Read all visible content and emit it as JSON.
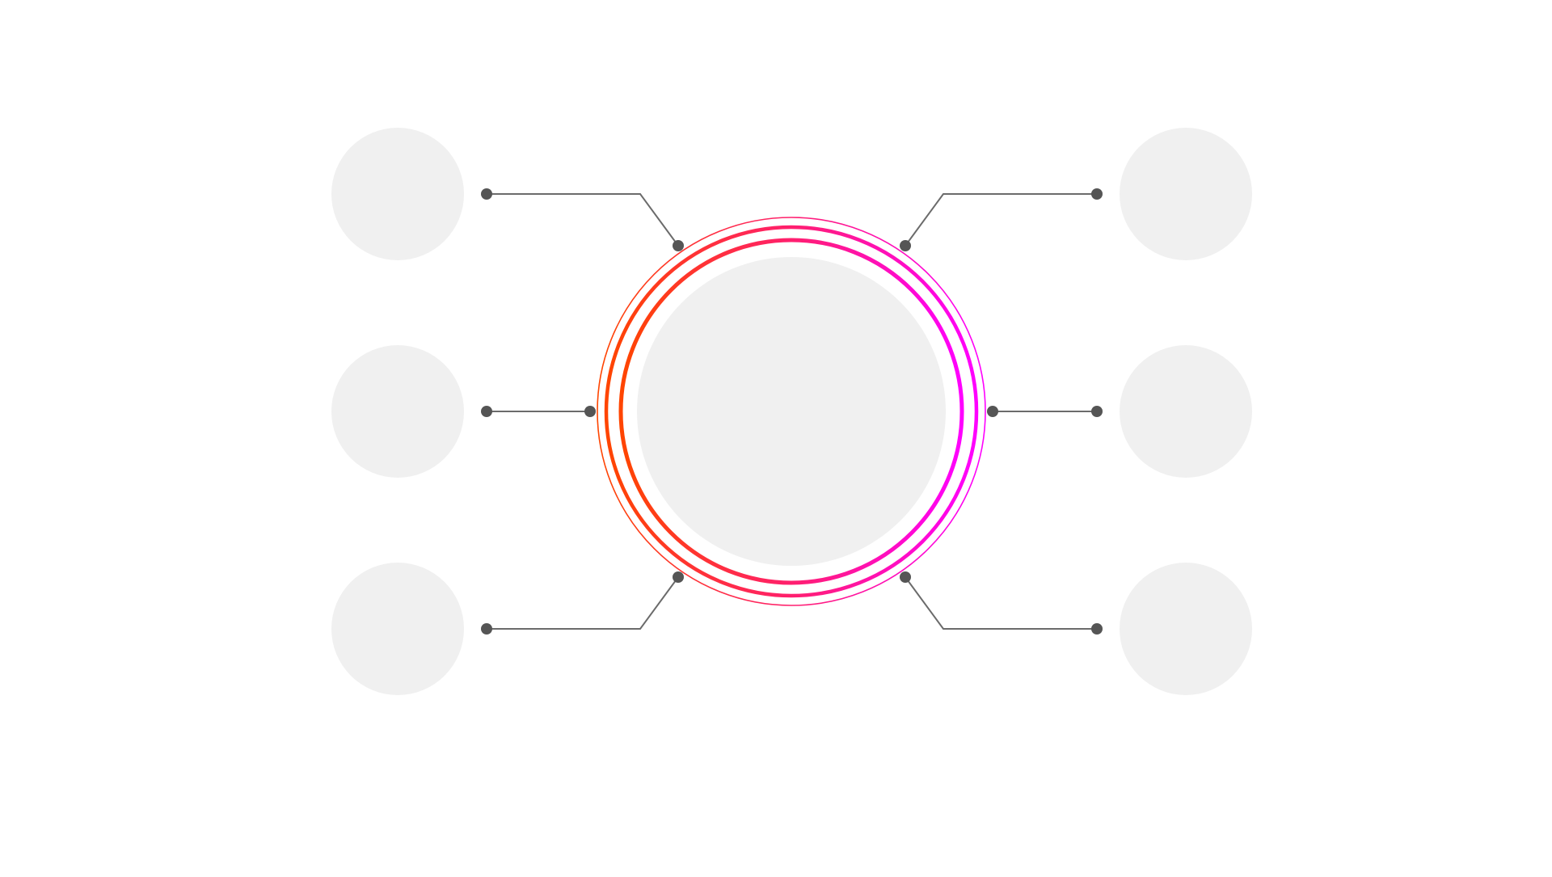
{
  "colors": {
    "background": "#ffffff",
    "placeholder_fill": "#f0f0f0",
    "connector": "#6b6b6b",
    "connector_dot": "#555555",
    "ring_gradient_start": "#ff4500",
    "ring_gradient_mid": "#ff1f6e",
    "ring_gradient_end": "#ff00ff"
  },
  "diagram": {
    "center_node": {
      "label": ""
    },
    "outer_nodes": [
      {
        "side": "left",
        "row": "top",
        "label": ""
      },
      {
        "side": "left",
        "row": "middle",
        "label": ""
      },
      {
        "side": "left",
        "row": "bottom",
        "label": ""
      },
      {
        "side": "right",
        "row": "top",
        "label": ""
      },
      {
        "side": "right",
        "row": "middle",
        "label": ""
      },
      {
        "side": "right",
        "row": "bottom",
        "label": ""
      }
    ]
  }
}
